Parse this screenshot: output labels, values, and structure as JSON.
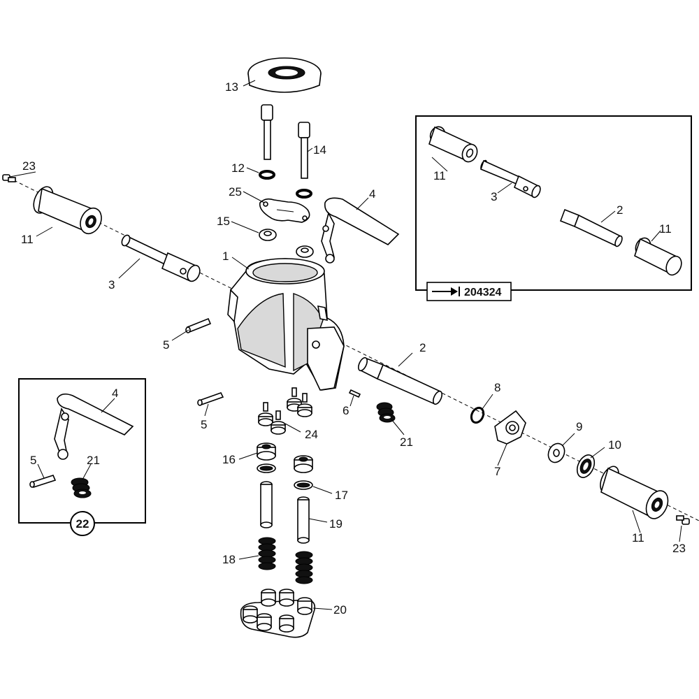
{
  "callouts": {
    "c1": "1",
    "c2a": "2",
    "c2b": "2",
    "c3a": "3",
    "c3b": "3",
    "c4a": "4",
    "c4b": "4",
    "c5a": "5",
    "c5b": "5",
    "c5c": "5",
    "c6": "6",
    "c7": "7",
    "c8": "8",
    "c9": "9",
    "c10": "10",
    "c11a": "11",
    "c11b": "11",
    "c11c": "11",
    "c11d": "11",
    "c12": "12",
    "c13": "13",
    "c14": "14",
    "c15": "15",
    "c16": "16",
    "c17": "17",
    "c18": "18",
    "c19": "19",
    "c20": "20",
    "c21a": "21",
    "c21b": "21",
    "c22": "22",
    "c23a": "23",
    "c23b": "23",
    "c24": "24",
    "c25": "25"
  },
  "inset_right": {
    "code": "204324",
    "arrow_icon": "arrow-to-bar-icon"
  },
  "inset_left": {
    "kit_number": "22"
  }
}
